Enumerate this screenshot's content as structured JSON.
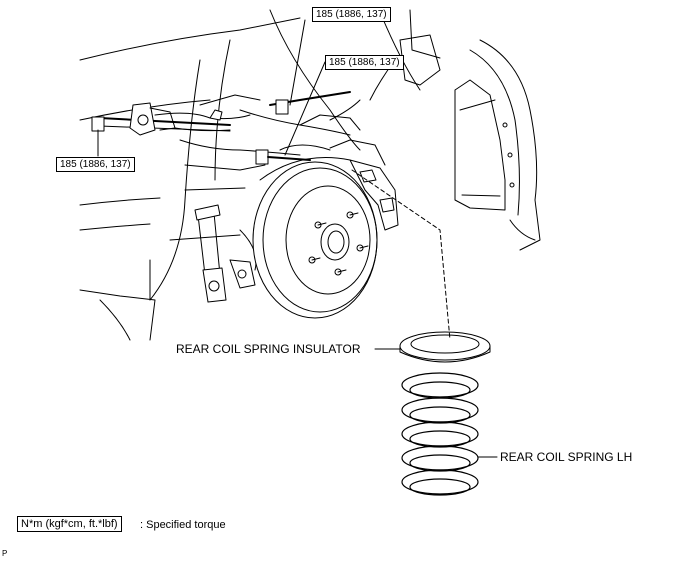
{
  "callouts": {
    "torque_top": "185 (1886, 137)",
    "torque_mid": "185 (1886, 137)",
    "torque_left": "185 (1886, 137)"
  },
  "labels": {
    "insulator": "REAR COIL SPRING INSULATOR",
    "spring": "REAR COIL SPRING LH"
  },
  "legend": {
    "unit_box": "N*m (kgf*cm, ft.*lbf)",
    "meaning": ": Specified torque"
  },
  "footer_code": "P"
}
